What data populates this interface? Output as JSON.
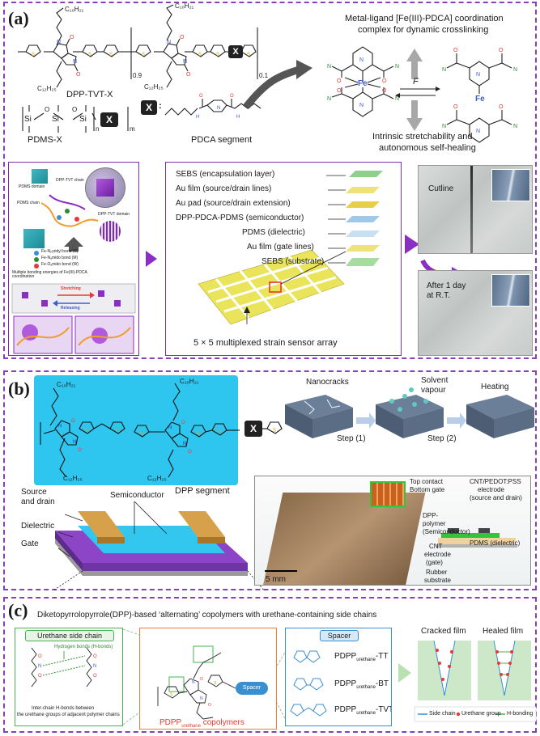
{
  "panels": {
    "a": {
      "label": "(a)",
      "dpp_tvt_x": "DPP-TVT-X",
      "pdms_x": "PDMS-X",
      "pdca_segment": "PDCA segment",
      "x_mark": "X",
      "x_colon": ":",
      "sub_09": "0.9",
      "sub_01": "0.1",
      "sub_n": "n",
      "sub_m": "m",
      "chain_c10": "C₁₀H₂₁",
      "chain_c12": "C₁₂H₂₅",
      "si": "Si",
      "o": "O",
      "coord_title_1": "Metal-ligand [Fe(III)-PDCA] coordination",
      "coord_title_2": "complex for dynamic crosslinking",
      "fe": "Fe",
      "f_label": "F",
      "stretch_1": "Intrinsic stretchability and",
      "stretch_2": "autonomous self-healing",
      "mech_pdms_domain": "PDMS domain",
      "mech_dpp_tvt_chain": "DPP-TVT chain",
      "mech_pdms_chain": "PDMS chain",
      "mech_dpp_tvt_domain": "DPP-TVT domain",
      "mech_multiple": "Multiple bonding energies of Fe(III)-PDCA coordination",
      "bond_s": "Fe-Nₚyridyl bond (S)",
      "bond_m": "Fe-Nₐmido bond (M)",
      "bond_w": "Fe-Oₐmido bond (W)",
      "stretching": "Stretching",
      "releasing": "Releasing",
      "layers": [
        "SEBS (encapsulation layer)",
        "Au film (source/drain lines)",
        "Au pad (source/drain extension)",
        "DPP-PDCA-PDMS (semiconductor)",
        "PDMS (dielectric)",
        "Au film (gate lines)",
        "SEBS (substrate)"
      ],
      "sensor_array": "5 × 5 multiplexed strain sensor array",
      "cutline": "Cutline",
      "after_day_1": "After 1 day",
      "after_day_2": "at R.T."
    },
    "b": {
      "label": "(b)",
      "dpp_segment": "DPP segment",
      "x_mark": "X",
      "nanocracks": "Nanocracks",
      "solvent_1": "Solvent",
      "solvent_2": "vapour",
      "heating": "Heating",
      "step1": "Step (1)",
      "step2": "Step (2)",
      "source_drain_1": "Source",
      "source_drain_2": "and drain",
      "semiconductor": "Semiconductor",
      "dielectric": "Dielectric",
      "gate": "Gate",
      "top_contact": "Top contact",
      "bottom_gate": "Bottom gate",
      "cnt_pedot_1": "CNT/PEDOT:PSS",
      "cnt_pedot_2": "electrode",
      "cnt_pedot_3": "(source and drain)",
      "dpp_polymer_1": "DPP-",
      "dpp_polymer_2": "polymer",
      "dpp_polymer_3": "(Semiconductor)",
      "pdms_dielectric": "PDMS (dielectric)",
      "cnt_electrode_1": "CNT",
      "cnt_electrode_2": "electrode",
      "cnt_electrode_3": "(gate)",
      "rubber_1": "Rubber",
      "rubber_2": "substrate",
      "scale": "5 mm",
      "chain_c10": "C₁₀H₂₁",
      "chain_c12": "C₁₂H₂₅"
    },
    "c": {
      "label": "(c)",
      "headline": "Diketopyrrolopyrrole(DPP)-based ‘alternating’ copolymers with urethane-containing side chains",
      "urethane_side_chain": "Urethane side chain",
      "hbonds": "Hydrogen bonds (H-bonds)",
      "interchain_1": "Inter-chain H-bonds between",
      "interchain_2": "the urethane groups of adjacent polymer chains",
      "copolymers_main": "PDPP",
      "copolymers_sub": "urethane",
      "copolymers_rest": " copolymers",
      "spacer": "Spacer",
      "spacer_tag": "Spacer",
      "pdpp_items": [
        {
          "main": "PDPP",
          "sub": "urethane",
          "suffix": "-TT"
        },
        {
          "main": "PDPP",
          "sub": "urethane",
          "suffix": "-BT"
        },
        {
          "main": "PDPP",
          "sub": "urethane",
          "suffix": "-TVT"
        }
      ],
      "cracked_film": "Cracked film",
      "healed_film": "Healed film",
      "legend_side_chain": "Side chain",
      "legend_urethane": "Urethane group",
      "legend_hbond": "H-bonding"
    }
  },
  "colors": {
    "panel_border": "#8a3fb8",
    "purple_arrow": "#8a2fc2",
    "urethane_red": "#e53935",
    "spacer_blue": "#3a8fd0",
    "film_green": "#cde8c8",
    "dpp_cyan": "#29c4ee"
  }
}
